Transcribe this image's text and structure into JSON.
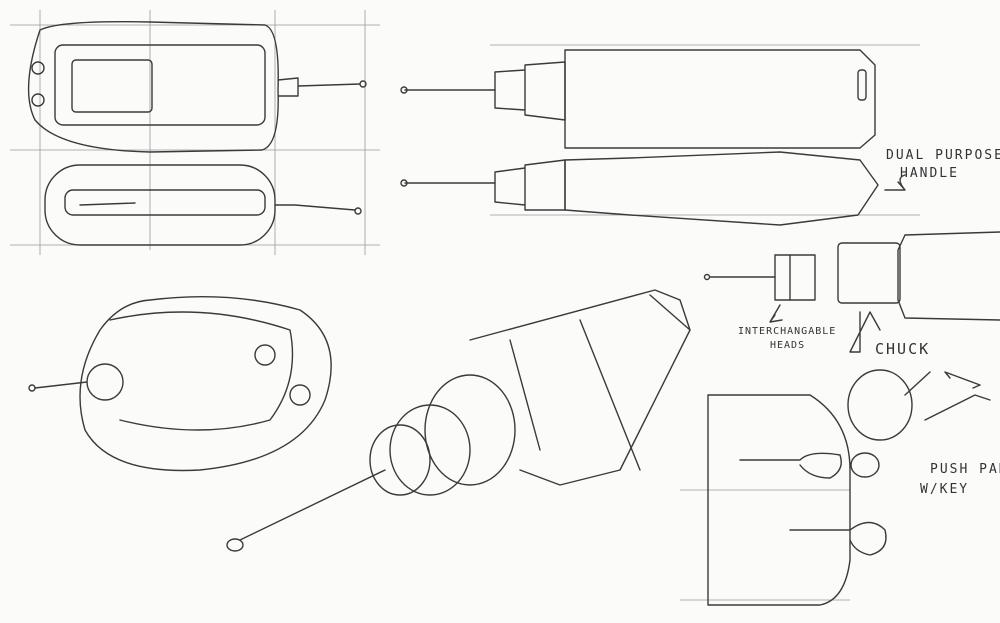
{
  "annotations": {
    "dual_purpose": "DUAL PURPOSE",
    "handle": "HANDLE",
    "interchangable": "INTERCHANGABLE",
    "heads": "HEADS",
    "chuck": "CHUCK",
    "push_pad": "PUSH PAD",
    "with_key": "W/KEY"
  },
  "colors": {
    "paper": "#fbfbfa",
    "pencil": "#3a3a3a",
    "construction": "#9a9a9a"
  }
}
